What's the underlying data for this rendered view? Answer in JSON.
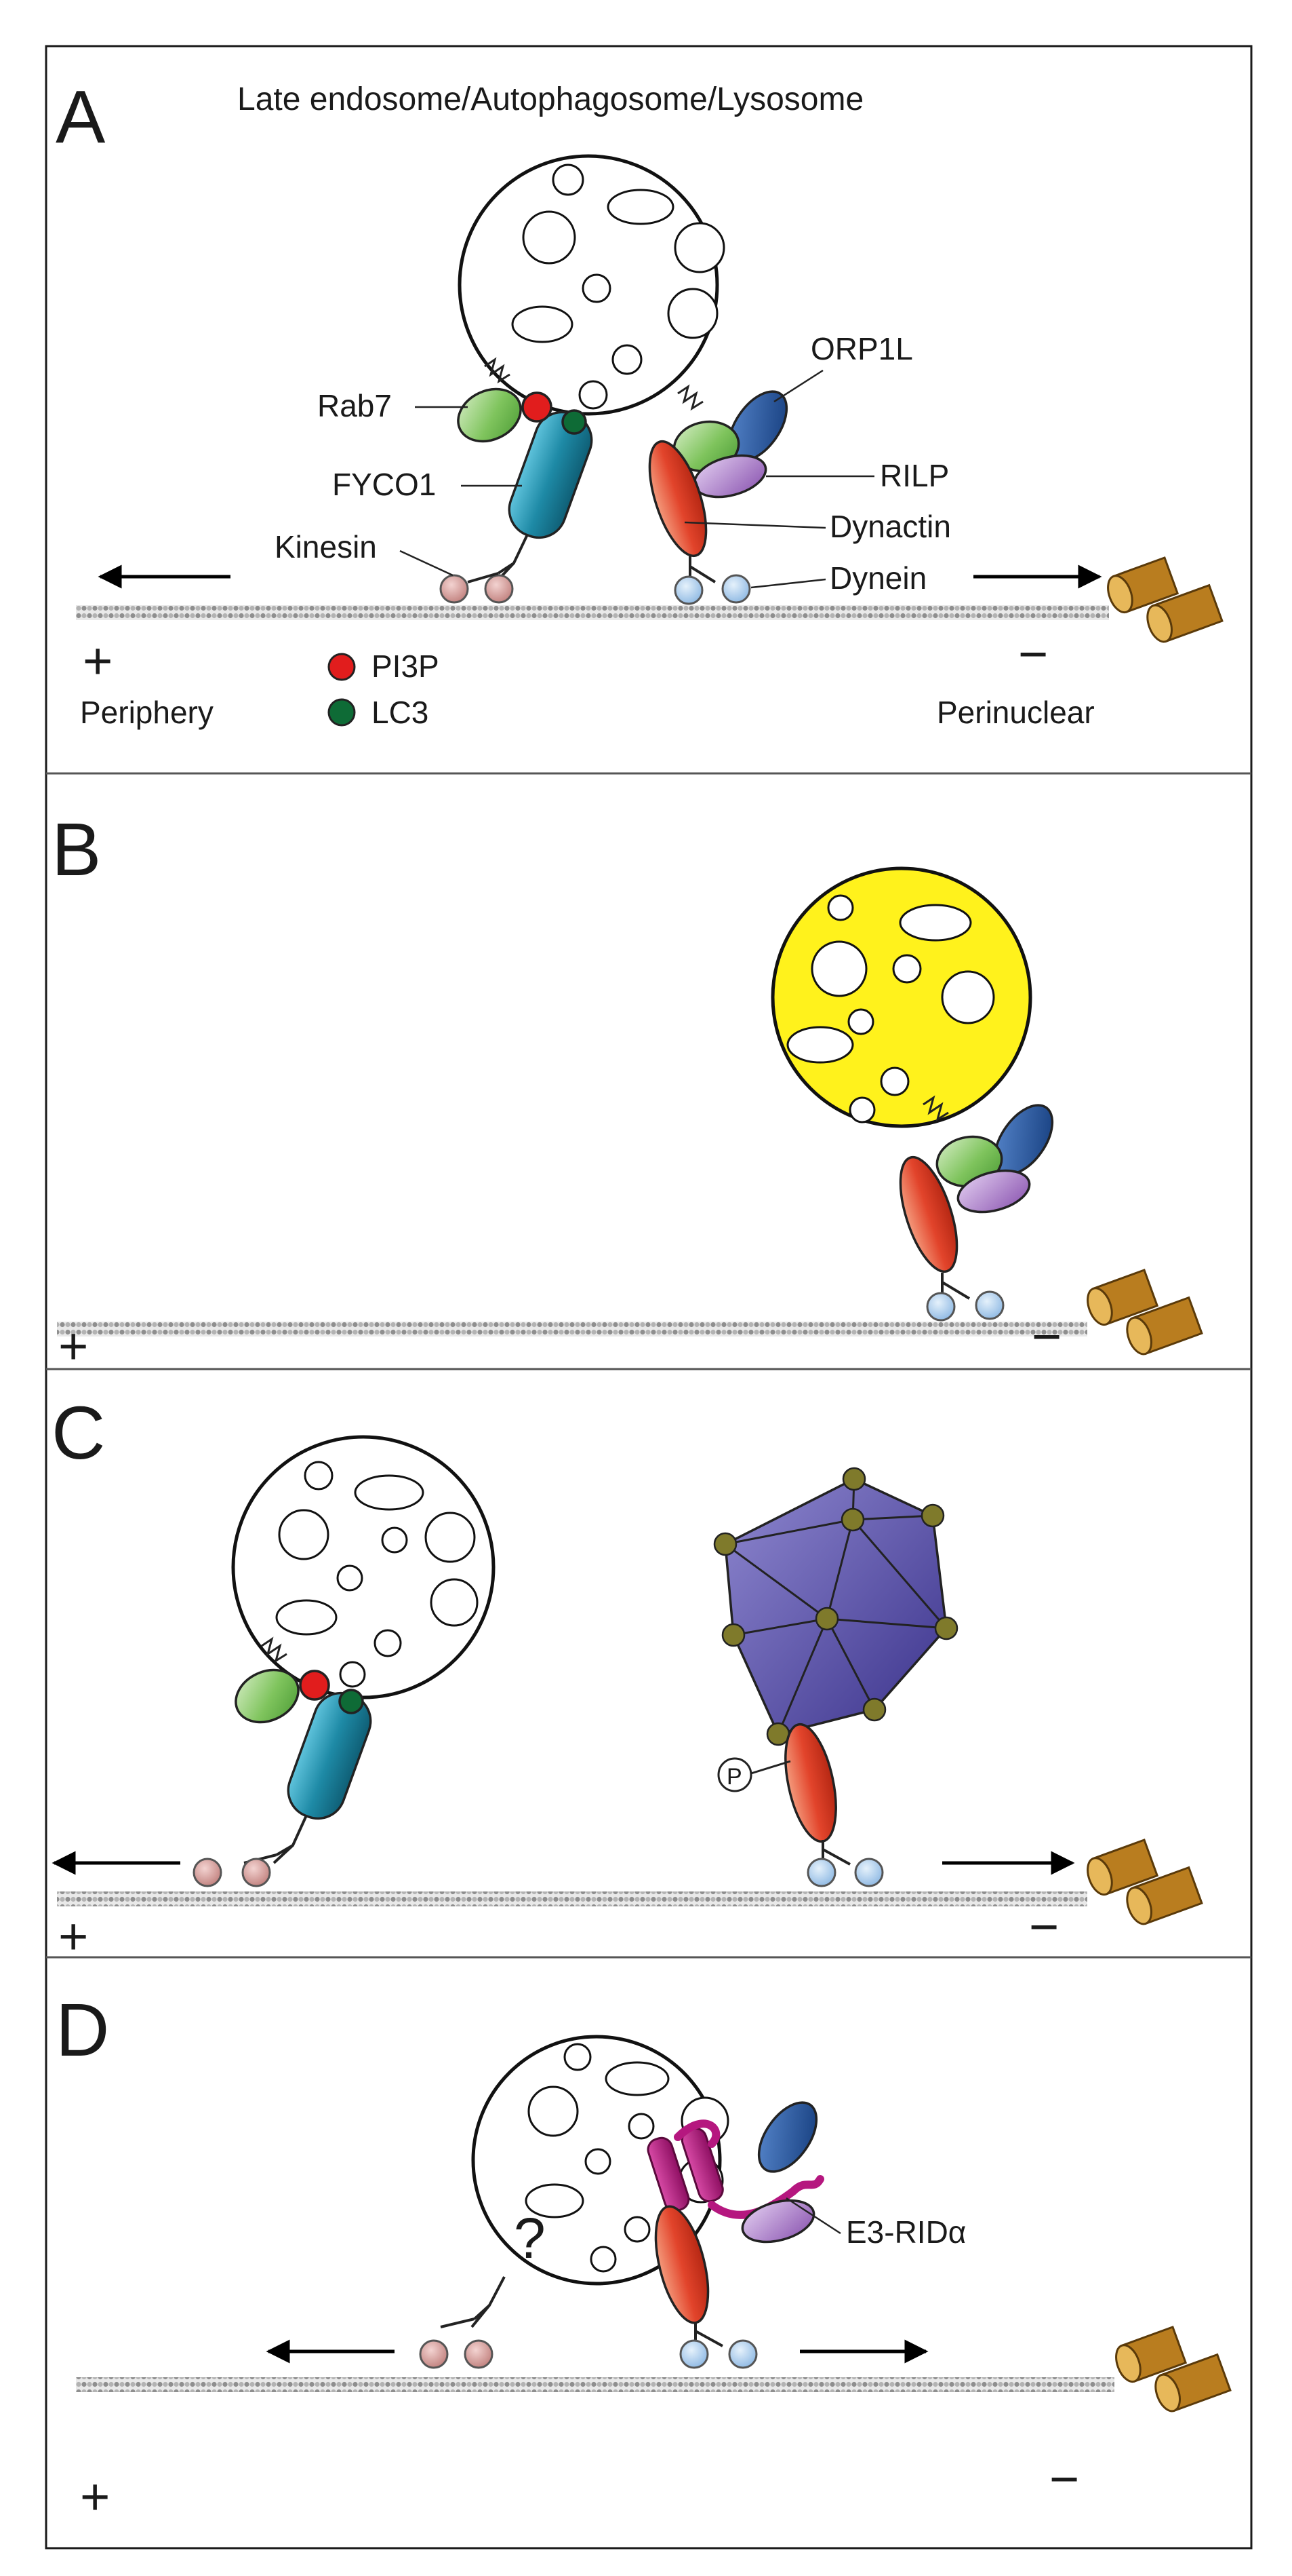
{
  "panels": {
    "a": {
      "letter": "A",
      "title": "Late endosome/Autophagosome/Lysosome",
      "labels": {
        "rab7": "Rab7",
        "fyco1": "FYCO1",
        "kinesin": "Kinesin",
        "orp1l": "ORP1L",
        "rilp": "RILP",
        "dynactin": "Dynactin",
        "dynein": "Dynein"
      },
      "legend": {
        "pi3p": "PI3P",
        "lc3": "LC3"
      },
      "plus": "+",
      "minus": "−",
      "periphery": "Periphery",
      "perinuclear": "Perinuclear"
    },
    "b": {
      "letter": "B",
      "plus": "+",
      "minus": "−"
    },
    "c": {
      "letter": "C",
      "plus": "+",
      "minus": "−",
      "phospho": "P"
    },
    "d": {
      "letter": "D",
      "plus": "+",
      "minus": "−",
      "question": "?",
      "e3_label": "E3-RIDα"
    }
  },
  "colors": {
    "rab7": "#7fc45d",
    "fyco1": "#1e8aa6",
    "kinesin": "#d39a98",
    "dynein": "#9fc7eb",
    "orp1l": "#1c4f9c",
    "rilp": "#9a6bbd",
    "dynactin": "#e2442b",
    "pi3p": "#e11d1d",
    "lc3": "#0e6b36",
    "yellow": "#fff21c",
    "capsid": "#4f46a5",
    "capsomer": "#7f7a2b",
    "e3": "#b5177f",
    "centriole": "#c8902a"
  }
}
